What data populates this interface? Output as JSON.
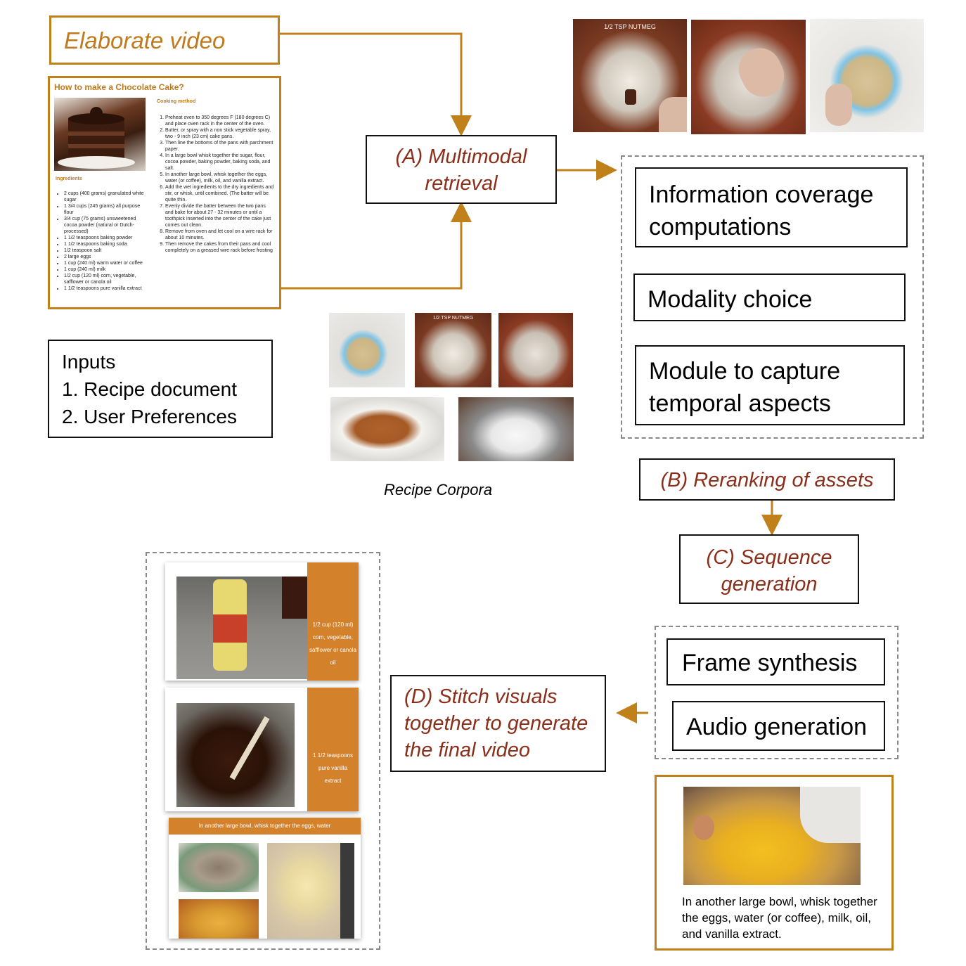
{
  "elaborate_video": "Elaborate video",
  "recipe_doc": {
    "title": "How to make a Chocolate Cake?",
    "cooking_method_heading": "Cooking method",
    "ingredients_heading": "Ingredients",
    "steps": [
      "Preheat oven to 350 degrees F (180 degrees C) and place oven rack in the center of the oven.",
      "Butter, or spray with a non stick vegetable spray, two - 9 inch (23 cm) cake pans.",
      "Then line the bottoms of the pans with parchment paper.",
      "In a large bowl whisk together the sugar, flour, cocoa powder, baking powder, baking soda, and salt.",
      "In another large bowl, whisk together the eggs, water (or coffee), milk, oil, and vanilla extract.",
      "Add the wet ingredients to the dry ingredients and stir, or whisk, until combined. (The batter will be quite thin.",
      "Evenly divide the batter between the two pans and bake for about 27 - 32 minutes or until a toothpick inserted into the center of the cake just comes out clean.",
      "Remove from oven and let cool on a wire rack for about 10 minutes.",
      "Then remove the cakes from their pans and cool completely on a greased wire rack before frosting"
    ],
    "ingredients": [
      "2 cups (400 grams) granulated white sugar",
      "1 3/4 cups (245 grams) all purpose flour",
      "3/4 cup (75 grams) unsweetened cocoa powder (natural or Dutch-processed)",
      "1 1/2 teaspoons baking powder",
      "1 1/2 teaspoons baking soda",
      "1/2 teaspoon salt",
      "2 large eggs",
      "1 cup (240 ml) warm water or coffee",
      "1 cup (240 ml) milk",
      "1/2 cup (120 ml) corn, vegetable, safflower or canola oil",
      "1 1/2 teaspoons pure vanilla extract"
    ]
  },
  "inputs": {
    "heading": "Inputs",
    "items": [
      "1. Recipe document",
      "2. User Preferences"
    ]
  },
  "multimodal_retrieval": "(A) Multimodal retrieval",
  "nutmeg_label": "1/2 TSP NUTMEG",
  "recipe_corpora": "Recipe Corpora",
  "modules": {
    "info_coverage": "Information coverage computations",
    "modality_choice": "Modality choice",
    "temporal_module": "Module to capture temporal aspects"
  },
  "reranking": "(B) Reranking of assets",
  "sequence_generation": "(C) Sequence generation",
  "synthesis": {
    "frame": "Frame synthesis",
    "audio": "Audio generation"
  },
  "stitch": "(D) Stitch visuals together to generate the final video",
  "frames": {
    "frame1_caption": "1/2 cup (120 ml) corn, vegetable, safflower or canola oil",
    "frame2_caption": "1 1/2 teaspoons pure vanilla extract",
    "frame3_caption": "In another large bowl, whisk together the eggs, water (or coffee), milk, oil, and vanilla extract."
  },
  "output_caption": "In another large bowl, whisk together the eggs, water (or coffee), milk, oil, and vanilla extract.",
  "colors": {
    "orange": "#c0801a",
    "dark_red": "#8b2f1a",
    "frame_orange": "#d4812c"
  }
}
